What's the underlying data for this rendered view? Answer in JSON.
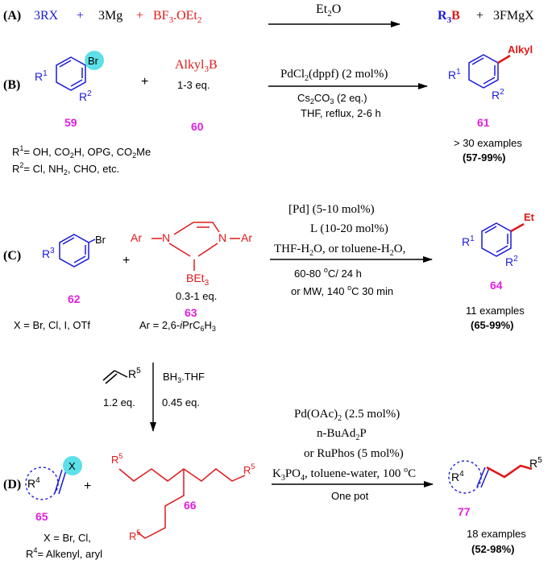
{
  "colors": {
    "blue": "#1a1ad8",
    "red": "#e01818",
    "magenta": "#e020e0",
    "cyan": "#5de0e8"
  },
  "A": {
    "label": "(A)",
    "reactants": [
      "3RX",
      "+",
      "3Mg",
      "+",
      "BF",
      "3",
      ".OEt",
      "2"
    ],
    "condition": "Et",
    "condition_sub": "2",
    "condition_tail": "O",
    "product_main": "R",
    "product_sub": "3",
    "product_B": "B",
    "plus": "+",
    "byproduct": "3FMgX"
  },
  "B": {
    "label": "(B)",
    "aryl_halide_sub": "Br",
    "r1": "R",
    "r1_sup": "1",
    "r2": "R",
    "r2_sup": "2",
    "plus": "+",
    "borane": "Alkyl",
    "borane_sub": "3",
    "borane_B": "B",
    "borane_eq": "1-3 eq.",
    "catalyst": "PdCl",
    "catalyst_sub": "2",
    "catalyst_tail": "(dppf) (2 mol%)",
    "base": "Cs",
    "base_sub1": "2",
    "base_mid": "CO",
    "base_sub2": "3",
    "base_tail": " (2 eq.)",
    "solvent": "THF, reflux, 2-6 h",
    "num_aryl": "59",
    "num_borane": "60",
    "num_product": "61",
    "product_alkyl": "Alkyl",
    "r_def_1": "R",
    "r_def_1_sup": "1",
    "r_def_1_text": "= OH, CO",
    "r_def_1_sub": "2",
    "r_def_1_tail": "H, OPG, CO",
    "r_def_1_sub2": "2",
    "r_def_1_end": "Me",
    "r_def_2": "R",
    "r_def_2_sup": "2",
    "r_def_2_text": "= Cl, NH",
    "r_def_2_sub": "2",
    "r_def_2_tail": ", CHO, etc.",
    "examples": "> 30 examples",
    "yield": "(57-99%)"
  },
  "C": {
    "label": "(C)",
    "aryl_halide_sub": "Br",
    "r3": "R",
    "r3_sup": "3",
    "plus": "+",
    "ar_left": "Ar",
    "n_left": "N",
    "n_right": "N",
    "ar_right": "Ar",
    "bet": "BEt",
    "bet_sub": "3",
    "eq": "0.3-1 eq.",
    "cond1": "[Pd] (5-10 mol%)",
    "cond2": "L (10-20 mol%)",
    "cond3": "THF-H",
    "cond3_sub": "2",
    "cond3_mid": "O, or toluene-H",
    "cond3_sub2": "2",
    "cond3_end": "O,",
    "cond4": "60-80 ",
    "cond4_sup": "o",
    "cond4_tail": "C/ 24 h",
    "cond5": "or MW, 140 ",
    "cond5_sup": "o",
    "cond5_tail": "C 30 min",
    "num_aryl": "62",
    "num_nhc": "63",
    "num_product": "64",
    "product_et": "Et",
    "r1": "R",
    "r1_sup": "1",
    "r2": "R",
    "r2_sup": "2",
    "x_def": "X = Br, Cl, I, OTf",
    "ar_def": "Ar = 2,6-",
    "ar_def_ital": "i",
    "ar_def_tail": "PrC",
    "ar_def_sub": "6",
    "ar_def_end": "H",
    "ar_def_sub2": "3",
    "examples": "11 examples",
    "yield": "(65-99%)"
  },
  "D": {
    "label": "(D)",
    "alkene_r": "R",
    "alkene_r_sup": "5",
    "alkene_eq": "1.2 eq.",
    "bh3": "BH",
    "bh3_sub": "3",
    "bh3_tail": ".THF",
    "bh3_eq": "0.45 eq.",
    "x": "X",
    "r4": "R",
    "r4_sup": "4",
    "plus": "+",
    "r5_a": "R",
    "r5_b": "R",
    "r5_c": "R",
    "r5_sup": "5",
    "num_vinyl": "65",
    "num_borane": "66",
    "num_product": "77",
    "cond1": "Pd(OAc)",
    "cond1_sub": "2",
    "cond1_tail": " (2.5 mol%)",
    "cond2": "n-BuAd",
    "cond2_sub": "2",
    "cond2_tail": "P",
    "cond3": "or RuPhos (5 mol%)",
    "cond4": "K",
    "cond4_sub": "3",
    "cond4_mid": "PO",
    "cond4_sub2": "4",
    "cond4_tail": ", toluene-water, 100 ",
    "cond4_sup": "o",
    "cond4_end": "C",
    "cond5": "One pot",
    "product_r4": "R",
    "product_r4_sup": "4",
    "product_r5": "R",
    "product_r5_sup": "5",
    "x_def": "X = Br, Cl,",
    "r4_def": "R",
    "r4_def_sup": "4",
    "r4_def_tail": "= Alkenyl, aryl",
    "examples": "18 examples",
    "yield": "(52-98%)"
  }
}
